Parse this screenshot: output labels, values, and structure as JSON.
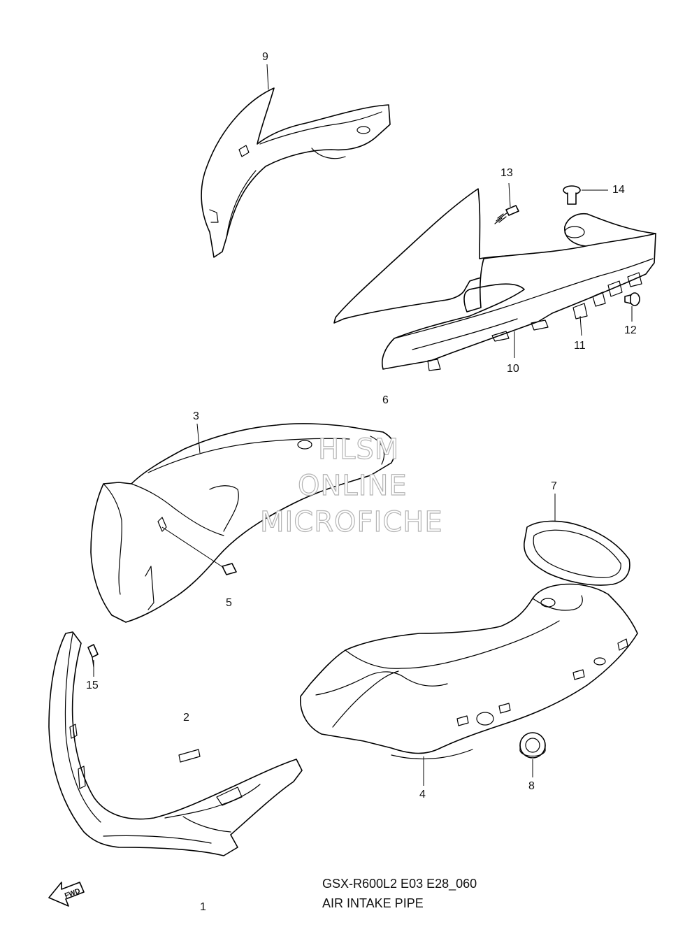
{
  "callouts": [
    {
      "id": "1",
      "label": "1"
    },
    {
      "id": "2",
      "label": "2"
    },
    {
      "id": "3",
      "label": "3"
    },
    {
      "id": "4",
      "label": "4"
    },
    {
      "id": "5",
      "label": "5"
    },
    {
      "id": "6",
      "label": "6"
    },
    {
      "id": "7",
      "label": "7"
    },
    {
      "id": "8",
      "label": "8"
    },
    {
      "id": "9",
      "label": "9"
    },
    {
      "id": "10",
      "label": "10"
    },
    {
      "id": "11",
      "label": "11"
    },
    {
      "id": "12",
      "label": "12"
    },
    {
      "id": "13",
      "label": "13"
    },
    {
      "id": "14",
      "label": "14"
    },
    {
      "id": "15",
      "label": "15"
    }
  ],
  "watermark": {
    "line1": "HLSM",
    "line2": "ONLINE",
    "line3": "MICROFICHE"
  },
  "caption": {
    "code": "GSX-R600L2 E03 E28_060",
    "title": "AIR INTAKE PIPE"
  },
  "arrow_label": "FWD",
  "colors": {
    "line": "#000000",
    "watermark_outline": "#b4b4b4",
    "background": "#ffffff"
  }
}
